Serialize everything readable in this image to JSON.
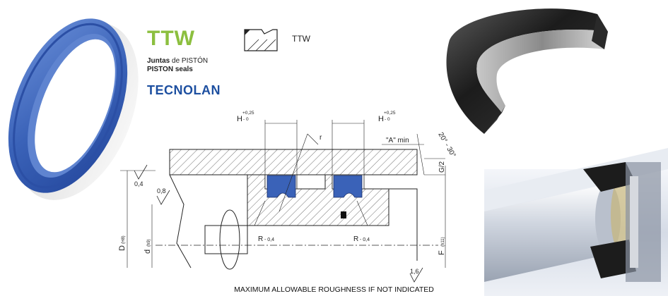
{
  "brand": {
    "series": "TTW",
    "line1_bold": "Juntas",
    "line1_rest": " de PISTÓN",
    "line2": "PISTON seals",
    "logo": "TECNOLAN"
  },
  "profile": {
    "label": "TTW"
  },
  "drawing": {
    "h_left": "H",
    "h_left_tol_upper": "+0,25",
    "h_left_tol_lower": "- 0",
    "h_right": "H",
    "h_right_tol_upper": "+0,25",
    "h_right_tol_lower": "- 0",
    "radius_r": "r",
    "a_min": "\"A\" min",
    "angle": "20° - 30°",
    "g2": "G/2",
    "rough_04": "0,4",
    "rough_08": "0,8",
    "rough_16": "1,6",
    "d_big": "D",
    "d_big_tol": "(H8)",
    "d_small": "d",
    "d_small_tol": "(h9)",
    "f": "F",
    "f_tol": "(h11)",
    "r_left": "R",
    "r_left_val": "- 0,4",
    "r_right": "R",
    "r_right_val": "- 0,4"
  },
  "caption": "MAXIMUM ALLOWABLE ROUGHNESS IF NOT INDICATED",
  "colors": {
    "seal_blue": "#3a62b8",
    "brand_green": "#8cbf3f",
    "logo_blue": "#1d4fa0",
    "seal_black": "#1c1c1c"
  }
}
